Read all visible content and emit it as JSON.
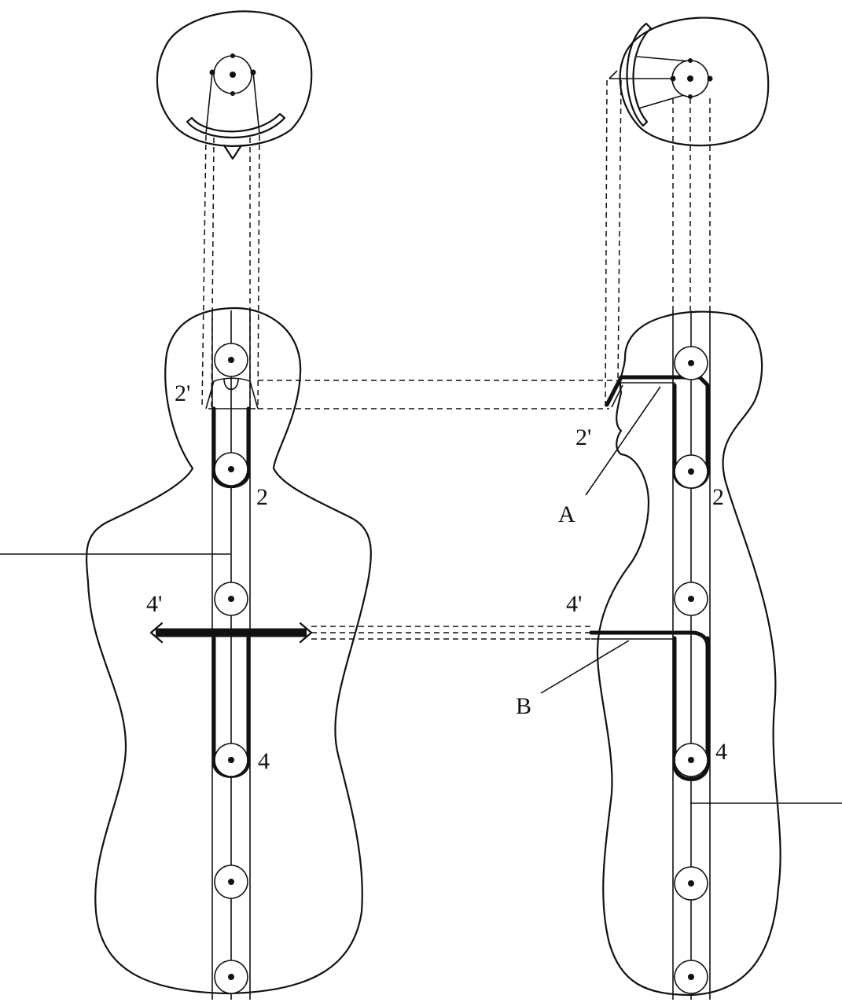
{
  "labels": {
    "front_neck_frame_prime": "2'",
    "front_neck_frame": "2",
    "front_waist_frame_prime": "4'",
    "front_waist_frame": "4",
    "side_neck_frame_prime": "2'",
    "side_neck_frame": "2",
    "side_point_a": "A",
    "side_waist_frame_prime": "4'",
    "side_point_b": "B",
    "side_waist_frame": "4"
  },
  "colors": {
    "line": "#111111",
    "background": "#ffffff"
  }
}
